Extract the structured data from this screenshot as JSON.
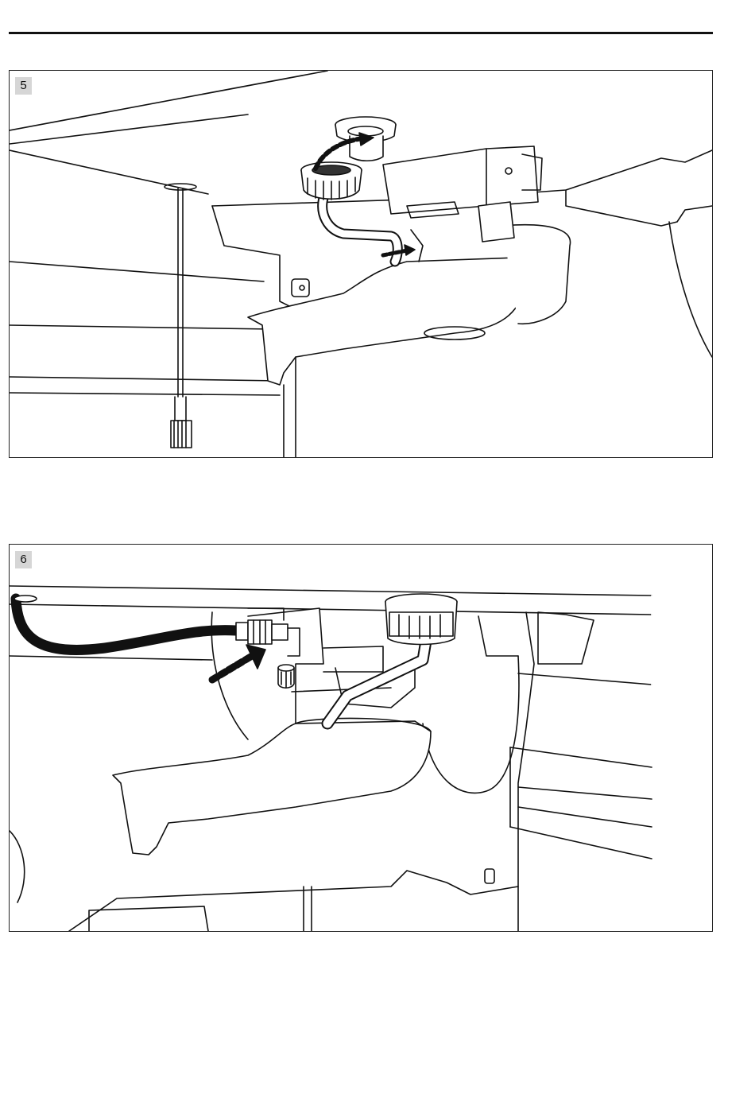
{
  "figures": [
    {
      "number": "5",
      "illustration": "drain-hose-cap-removal"
    },
    {
      "number": "6",
      "illustration": "drain-hose-connection"
    }
  ]
}
